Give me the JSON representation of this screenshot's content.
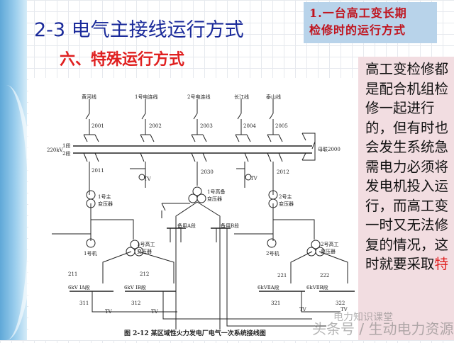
{
  "title": "2-3 电气主接线运行方式",
  "subtitle": "六、特殊运行方式",
  "note_box": {
    "line1": "1.一台高工变长期",
    "line2": "检修时的运行方式"
  },
  "side_text": {
    "body": "高工变检修都是配合机组检修一起进行的，但有时也会发生系统急需电力必须将发电机投入运行，而高工变一时又无法修复的情况，这时就要采取",
    "highlight": "特"
  },
  "diagram": {
    "feeders": [
      "黄河线",
      "1号电连线",
      "2号电连线",
      "长江线",
      "泰山线"
    ],
    "breakers_top": [
      "2001",
      "2002",
      "2003",
      "2004",
      "2005"
    ],
    "breakers_bottom": [
      "2011",
      "2030",
      "2012"
    ],
    "bus_voltage": "220kV",
    "bus1": "1段",
    "bus2": "2段",
    "tie": "母联2000",
    "tv": "TV",
    "main_tx1": [
      "1号主",
      "变压器"
    ],
    "main_tx2": [
      "2号主",
      "变压器"
    ],
    "standby_tx": [
      "1号高备",
      "变压器"
    ],
    "standby_a": "备用A段",
    "standby_b": "备用B段",
    "gen1": "1号机",
    "gen2": "2号机",
    "aux_tx1": [
      "1号高工",
      "变压器"
    ],
    "aux_tx2": [
      "2号高工",
      "变压器"
    ],
    "b211": "211",
    "b212": "212",
    "b221": "221",
    "b222": "222",
    "bus_1a": "6kV ⅠA段",
    "bus_1b": "6kV ⅠB段",
    "bus_2a": "6kVⅡA段",
    "bus_2b": "6kVⅡB段",
    "b311": "311",
    "b312": "312",
    "b321": "321",
    "b322": "322",
    "caption": "图 2-12   某区域性火力发电厂电气一次系统接线图"
  },
  "watermark": {
    "line1": "电力知识课堂",
    "line2": "头条号 / 生动电力资源"
  }
}
